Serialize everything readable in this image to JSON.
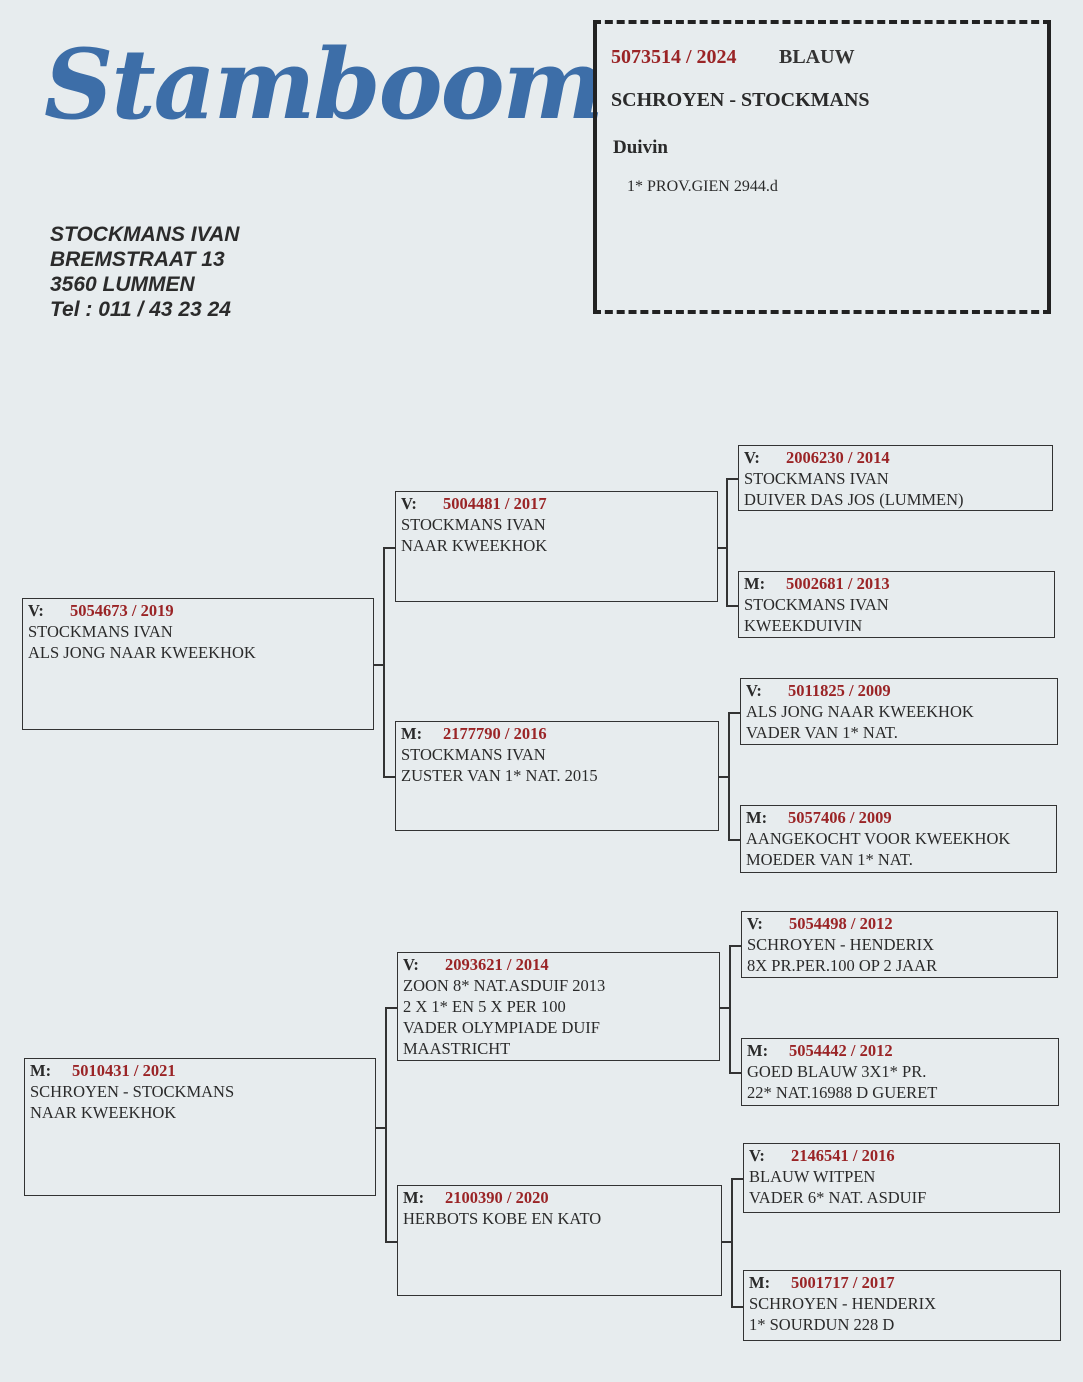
{
  "header": {
    "logo_text": "Stamboom",
    "address": [
      "STOCKMANS IVAN",
      "BREMSTRAAT 13",
      "3560 LUMMEN",
      "Tel : 011 / 43 23 24"
    ]
  },
  "pigeon": {
    "ring": "5073514 / 2024",
    "color": "BLAUW",
    "owner": "SCHROYEN - STOCKMANS",
    "sex": "Duivin",
    "performance": "1* PROV.GIEN  2944.d"
  },
  "colors": {
    "ring_red": "#9a2426",
    "logo_blue": "#3d6ea8"
  },
  "pedigree": [
    {
      "label": "V:",
      "ring": "5054673 / 2019",
      "lines": [
        "STOCKMANS IVAN",
        "ALS JONG NAAR KWEEKHOK"
      ]
    },
    {
      "label": "M:",
      "ring": "5010431 / 2021",
      "lines": [
        "SCHROYEN - STOCKMANS",
        "NAAR KWEEKHOK"
      ]
    },
    {
      "label": "V:",
      "ring": "5004481 / 2017",
      "lines": [
        "STOCKMANS IVAN",
        "NAAR KWEEKHOK"
      ]
    },
    {
      "label": "M:",
      "ring": "2177790 / 2016",
      "lines": [
        "STOCKMANS IVAN",
        "ZUSTER VAN 1* NAT. 2015"
      ]
    },
    {
      "label": "V:",
      "ring": "2093621 / 2014",
      "lines": [
        "ZOON 8* NAT.ASDUIF 2013",
        "2 X 1* EN 5 X PER 100",
        "VADER OLYMPIADE DUIF",
        "MAASTRICHT"
      ]
    },
    {
      "label": "M:",
      "ring": "2100390 / 2020",
      "lines": [
        "HERBOTS KOBE EN KATO"
      ]
    },
    {
      "label": "V:",
      "ring": "2006230 / 2014",
      "lines": [
        "STOCKMANS IVAN",
        "DUIVER DAS JOS (LUMMEN)"
      ]
    },
    {
      "label": "M:",
      "ring": "5002681 / 2013",
      "lines": [
        "STOCKMANS IVAN",
        "KWEEKDUIVIN"
      ]
    },
    {
      "label": "V:",
      "ring": "5011825 / 2009",
      "lines": [
        "ALS JONG NAAR KWEEKHOK",
        "VADER VAN 1* NAT."
      ]
    },
    {
      "label": "M:",
      "ring": "5057406 / 2009",
      "lines": [
        "AANGEKOCHT VOOR KWEEKHOK",
        "MOEDER VAN 1* NAT."
      ]
    },
    {
      "label": "V:",
      "ring": "5054498 / 2012",
      "lines": [
        "SCHROYEN - HENDERIX",
        "8X PR.PER.100 OP 2 JAAR"
      ]
    },
    {
      "label": "M:",
      "ring": "5054442 / 2012",
      "lines": [
        "GOED BLAUW 3X1* PR.",
        "22* NAT.16988 D GUERET"
      ]
    },
    {
      "label": "V:",
      "ring": "2146541 / 2016",
      "lines": [
        "BLAUW WITPEN",
        "VADER 6* NAT. ASDUIF"
      ]
    },
    {
      "label": "M:",
      "ring": "5001717 / 2017",
      "lines": [
        "SCHROYEN - HENDERIX",
        "1* SOURDUN 228 D"
      ]
    }
  ]
}
